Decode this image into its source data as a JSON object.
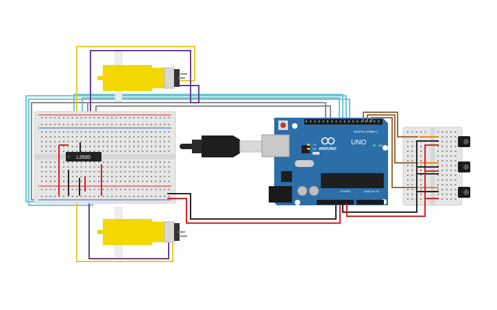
{
  "components": {
    "driver_chip": {
      "label": "L293D"
    },
    "arduino": {
      "brand_text": "ARDUINO",
      "model_text": "UNO",
      "digital_header": "DIGITAL (PWM~)",
      "power_header": "POWER",
      "analog_header": "ANALOG IN",
      "led_on": "ON",
      "led_tx": "TX",
      "led_rx": "RX"
    }
  },
  "colors": {
    "wire_cyan": "#6cc7d3",
    "wire_gray": "#8a8a8a",
    "wire_yellow": "#e8c82a",
    "wire_purple": "#6a3a8a",
    "wire_red": "#d82020",
    "wire_black": "#222222",
    "wire_orange": "#e08a1a",
    "wire_brown": "#9a6a3a",
    "board_blue": "#2b6ea8",
    "motor_yellow": "#f2d800",
    "breadboard": "#e6e6e6"
  }
}
